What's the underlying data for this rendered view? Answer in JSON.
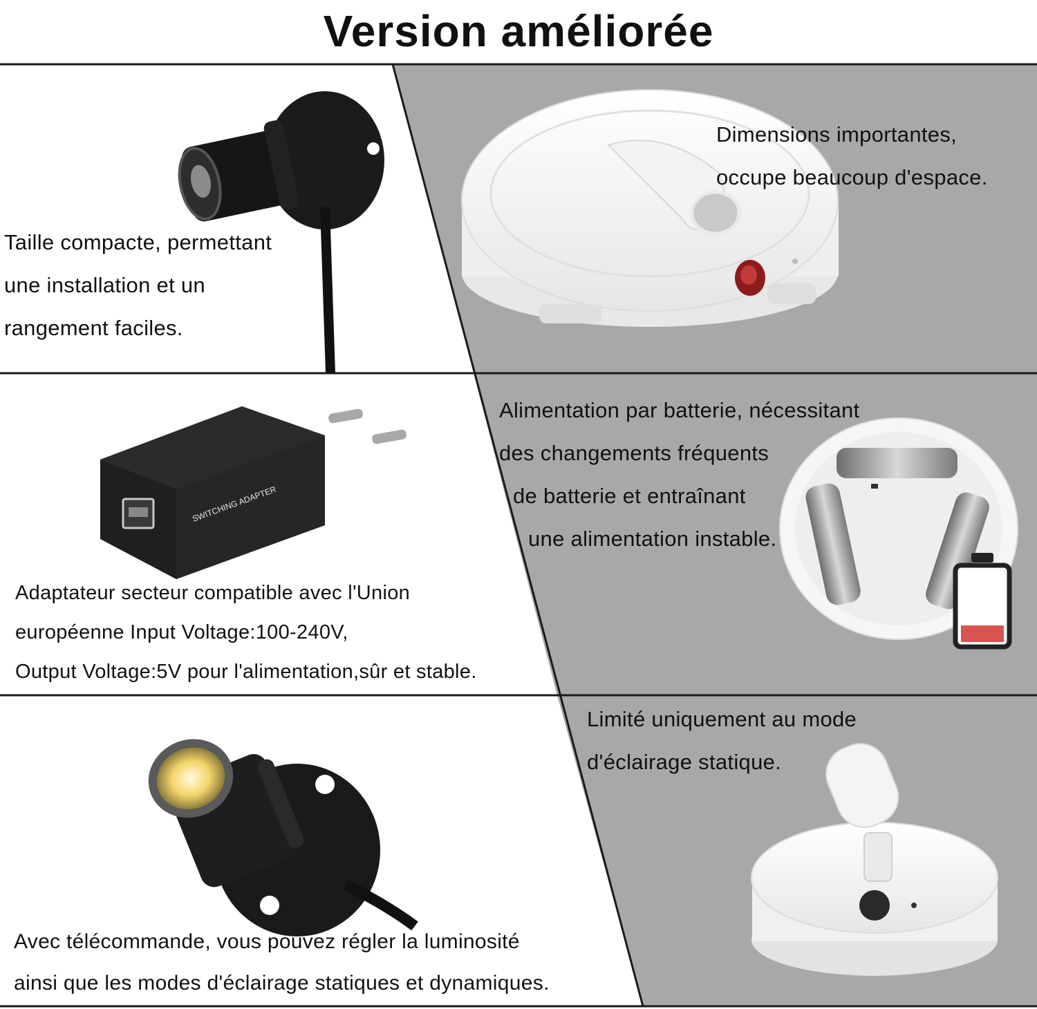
{
  "title": "Version améliorée",
  "colors": {
    "background": "#ffffff",
    "panel_gray": "#a8a8a8",
    "border": "#1a1a1a",
    "battery_low": "#d9534f"
  },
  "rows": [
    {
      "left": {
        "image": "mini-spotlight-black-icon",
        "lines": [
          "Taille compacte, permettant",
          "une installation et un",
          "rangement faciles."
        ]
      },
      "right": {
        "image": "round-battery-light-icon",
        "lines": [
          "Dimensions importantes,",
          "occupe beaucoup d'espace."
        ]
      }
    },
    {
      "left": {
        "image": "eu-usb-adapter-icon",
        "adapter_label": "SWITCHING ADAPTER",
        "lines": [
          "Adaptateur secteur compatible avec l'Union",
          "européenne Input Voltage:100-240V,",
          "Output Voltage:5V pour l'alimentation,sûr et stable."
        ]
      },
      "right": {
        "image": "battery-compartment-icon",
        "lines": [
          "Alimentation par batterie, nécessitant",
          "des changements fréquents",
          "de batterie et entraînant",
          "une alimentation instable."
        ]
      }
    },
    {
      "left": {
        "image": "lit-spotlight-icon",
        "lines": [
          "Avec télécommande, vous pouvez régler la luminosité",
          "ainsi que les modes d'éclairage statiques et dynamiques."
        ]
      },
      "right": {
        "image": "puck-spotlight-icon",
        "lines": [
          "Limité uniquement au mode",
          "d'éclairage statique."
        ]
      }
    }
  ]
}
